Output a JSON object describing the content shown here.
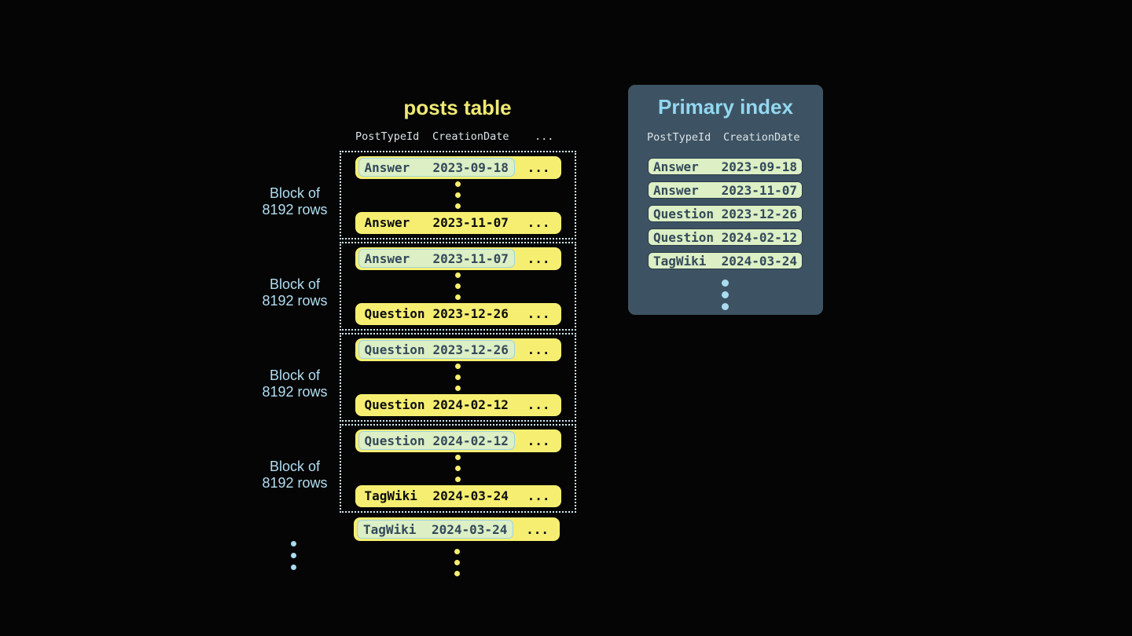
{
  "colors": {
    "background": "#050505",
    "row_yellow": "#f5ee71",
    "title_yellow": "#efe973",
    "accent_blue": "#a9dcf0",
    "dotted_border_blue": "#d3ecf6",
    "panel_background": "#3d5363",
    "panel_title_blue": "#92d8f0",
    "badge_green": "#dcefc5",
    "badge_border_blue": "#9ed3e4",
    "badge_border_dark": "#2b3c48",
    "badge_text": "#33495b",
    "header_text": "#dde3e6",
    "row_text": "#0d0d0d"
  },
  "posts_table": {
    "title": "posts table",
    "columns": [
      "PostTypeId",
      "CreationDate"
    ],
    "header_ellipsis": "...",
    "row_ellipsis": "...",
    "block_label": {
      "line1": "Block of",
      "line2": "8192 rows"
    },
    "blocks": [
      {
        "first": {
          "type": "Answer",
          "date": "2023-09-18"
        },
        "last": {
          "type": "Answer",
          "date": "2023-11-07"
        }
      },
      {
        "first": {
          "type": "Answer",
          "date": "2023-11-07"
        },
        "last": {
          "type": "Question",
          "date": "2023-12-26"
        }
      },
      {
        "first": {
          "type": "Question",
          "date": "2023-12-26"
        },
        "last": {
          "type": "Question",
          "date": "2024-02-12"
        }
      },
      {
        "first": {
          "type": "Question",
          "date": "2024-02-12"
        },
        "last": {
          "type": "TagWiki",
          "date": "2024-03-24"
        }
      }
    ],
    "overflow_row": {
      "type": "TagWiki",
      "date": "2024-03-24"
    }
  },
  "primary_index": {
    "title": "Primary index",
    "columns": [
      "PostTypeId",
      "CreationDate"
    ],
    "rows": [
      {
        "type": "Answer",
        "date": "2023-09-18"
      },
      {
        "type": "Answer",
        "date": "2023-11-07"
      },
      {
        "type": "Question",
        "date": "2023-12-26"
      },
      {
        "type": "Question",
        "date": "2024-02-12"
      },
      {
        "type": "TagWiki",
        "date": "2024-03-24"
      }
    ]
  }
}
